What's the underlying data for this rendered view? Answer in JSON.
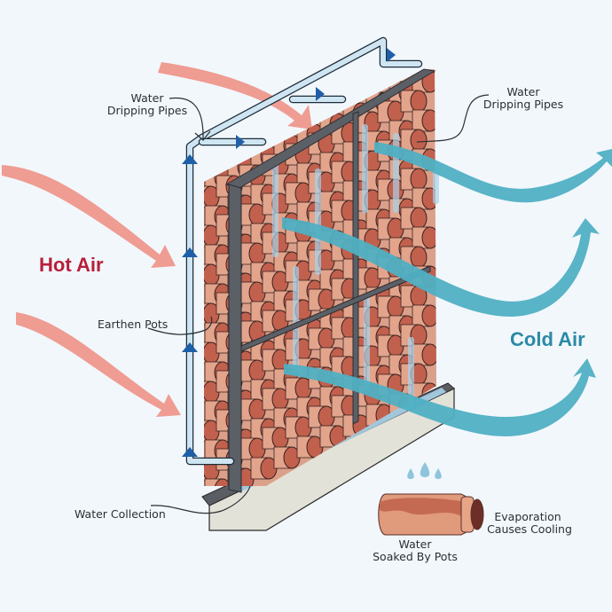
{
  "diagram": {
    "title": "Earthen pot evaporative cooling wall",
    "labels": {
      "pipes_left": [
        "Water",
        "Dripping Pipes"
      ],
      "pipes_right": [
        "Water",
        "Dripping Pipes"
      ],
      "hot_air": "Hot Air",
      "cold_air": "Cold Air",
      "earthen_pots": "Earthen Pots",
      "water_collection": "Water Collection",
      "evaporation": [
        "Evaporation",
        "Causes Cooling"
      ],
      "water_soaked": [
        "Water",
        "Soaked By Pots"
      ]
    },
    "colors": {
      "background": "#f2f7fc",
      "hot_air_arrow": "#ef9c93",
      "hot_air_text": "#b81f3a",
      "cold_air_arrow": "#4fb0c3",
      "cold_air_text": "#2a8aa6",
      "pot_body": "#e3a48c",
      "pot_end": "#c2604e",
      "pot_outline": "#3a2420",
      "frame": "#5b5f66",
      "pipe_fill": "#cfe6f2",
      "pipe_outline": "#1d2c3a",
      "flow_marker": "#1f5fa8",
      "water": "#a9d3ea",
      "tray": "#e3e2d8",
      "drops": "#8ec5dc"
    },
    "icons": {
      "flow_marker": "triangle-arrow-icon",
      "water_drop": "water-drop-icon",
      "pot": "clay-pot-icon"
    }
  }
}
